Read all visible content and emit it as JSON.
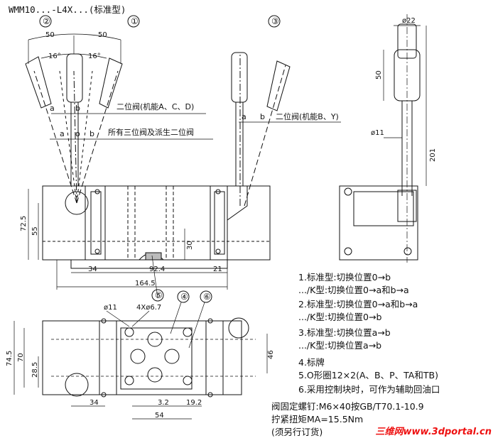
{
  "title": "WMM10...-L4X...(标准型)",
  "callouts": [
    "①",
    "②",
    "③",
    "④",
    "⑤",
    "⑥"
  ],
  "labels": {
    "two_pos_acd": "二位阀(机能A、C、D)",
    "all_three_pos": "所有三位阀及派生二位阀",
    "two_pos_by": "二位阀(机能B、Y)",
    "a": "a",
    "o": "o",
    "b": "b"
  },
  "dims": {
    "d50_left": "50",
    "d50_right": "50",
    "a16_left": "16°",
    "a16_right": "16°",
    "d72_5": "72.5",
    "d55": "55",
    "d30": "30",
    "d34_top": "34",
    "d92_4": "92.4",
    "d21": "21",
    "d164_5": "164.5",
    "phi22": "ø22",
    "d50_v": "50",
    "phi11_side": "ø11",
    "d201": "201",
    "phi11_bot": "ø11",
    "holes": "4Xø6.7",
    "d74_5": "74.5",
    "d70": "70",
    "d28_5": "28.5",
    "d34_bot": "34",
    "d3_2": "3.2",
    "d19_2": "19.2",
    "d54": "54",
    "d46": "46"
  },
  "notes": [
    "1.标准型:切换位置0→b",
    "   .../K型:切换位置0→a和b→a",
    "2.标准型:切换位置0→a和b→a",
    "   .../K型:切换位置0→b",
    "3.标准型:切换位置a→b",
    "   .../K型:切换位置a→b",
    "4.标牌",
    "5.O形圈12×2(A、B、P、TA和TB)",
    "6.采用控制块时，可作为辅助回油口"
  ],
  "bolt": [
    "阀固定螺钉:M6×40按GB/T70.1-10.9",
    "拧紧扭矩MA=15.5Nm",
    "(须另行订货)"
  ],
  "watermark": "三维网www.3dportal.cn"
}
